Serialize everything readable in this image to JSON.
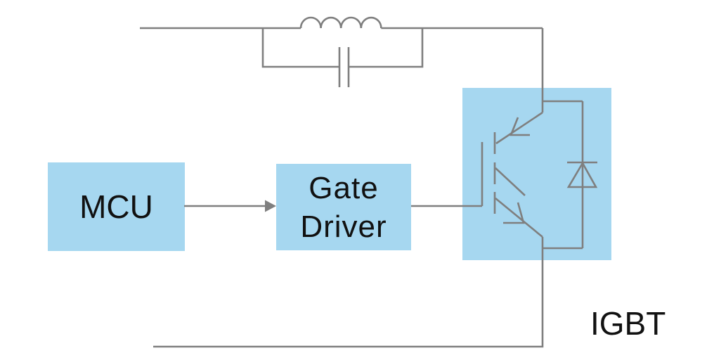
{
  "blocks": {
    "mcu": {
      "label": "MCU"
    },
    "gate_driver": {
      "label_lines": [
        "Gate",
        "Driver"
      ]
    },
    "igbt_module": {
      "label": "IGBT"
    }
  },
  "colors": {
    "block_fill": "#a6d7f0",
    "wire": "#7f7f7f",
    "label_text": "#111111",
    "background": "#ffffff"
  },
  "symbols": [
    "inductor",
    "capacitor",
    "igbt-transistor",
    "freewheeling-diode",
    "signal-arrow"
  ],
  "connections": [
    "MCU -> Gate Driver (signal arrow)",
    "Gate Driver -> IGBT gate",
    "top bus -> LC parallel filter (inductor with parallel capacitor) -> IGBT collector",
    "freewheeling diode antiparallel across IGBT collector-emitter",
    "IGBT emitter -> bottom bus"
  ]
}
